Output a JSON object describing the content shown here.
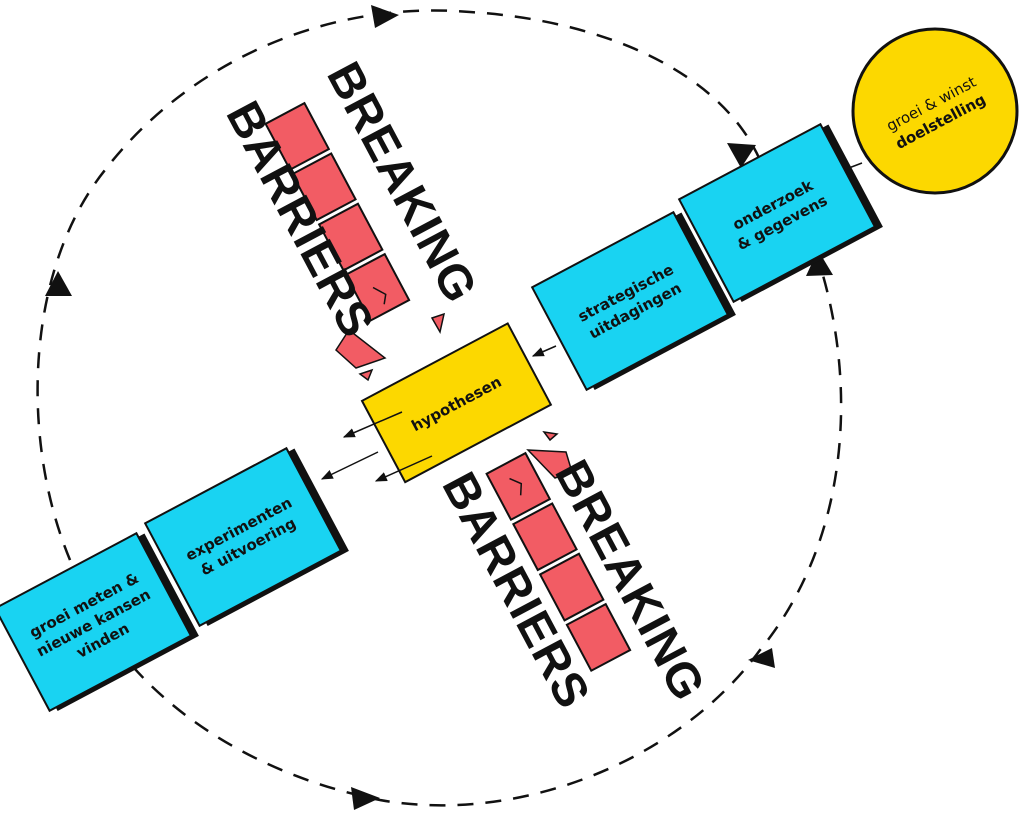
{
  "goal": {
    "line1": "groei & winst",
    "line2": "doelstelling"
  },
  "boxes": {
    "onderzoek": [
      "onderzoek",
      "& gegevens"
    ],
    "strategisch": [
      "strategische",
      "uitdagingen"
    ],
    "hypothesen": [
      "hypothesen"
    ],
    "experimenten": [
      "experimenten",
      "& uitvoering"
    ],
    "groei_meten": [
      "groei meten &",
      "nieuwe kansen",
      "vinden"
    ]
  },
  "barriers_top": {
    "word1": "BREAKING",
    "word2": "BARRIERS"
  },
  "barriers_bottom": {
    "word1": "BREAKING",
    "word2": "BARRIERS"
  },
  "colors": {
    "cyan": "#19d3f2",
    "yellow": "#fcd800",
    "red": "#f25c64",
    "ink": "#111111"
  },
  "icons": [
    "arrow-icon",
    "cycle-arrowhead-icon"
  ]
}
